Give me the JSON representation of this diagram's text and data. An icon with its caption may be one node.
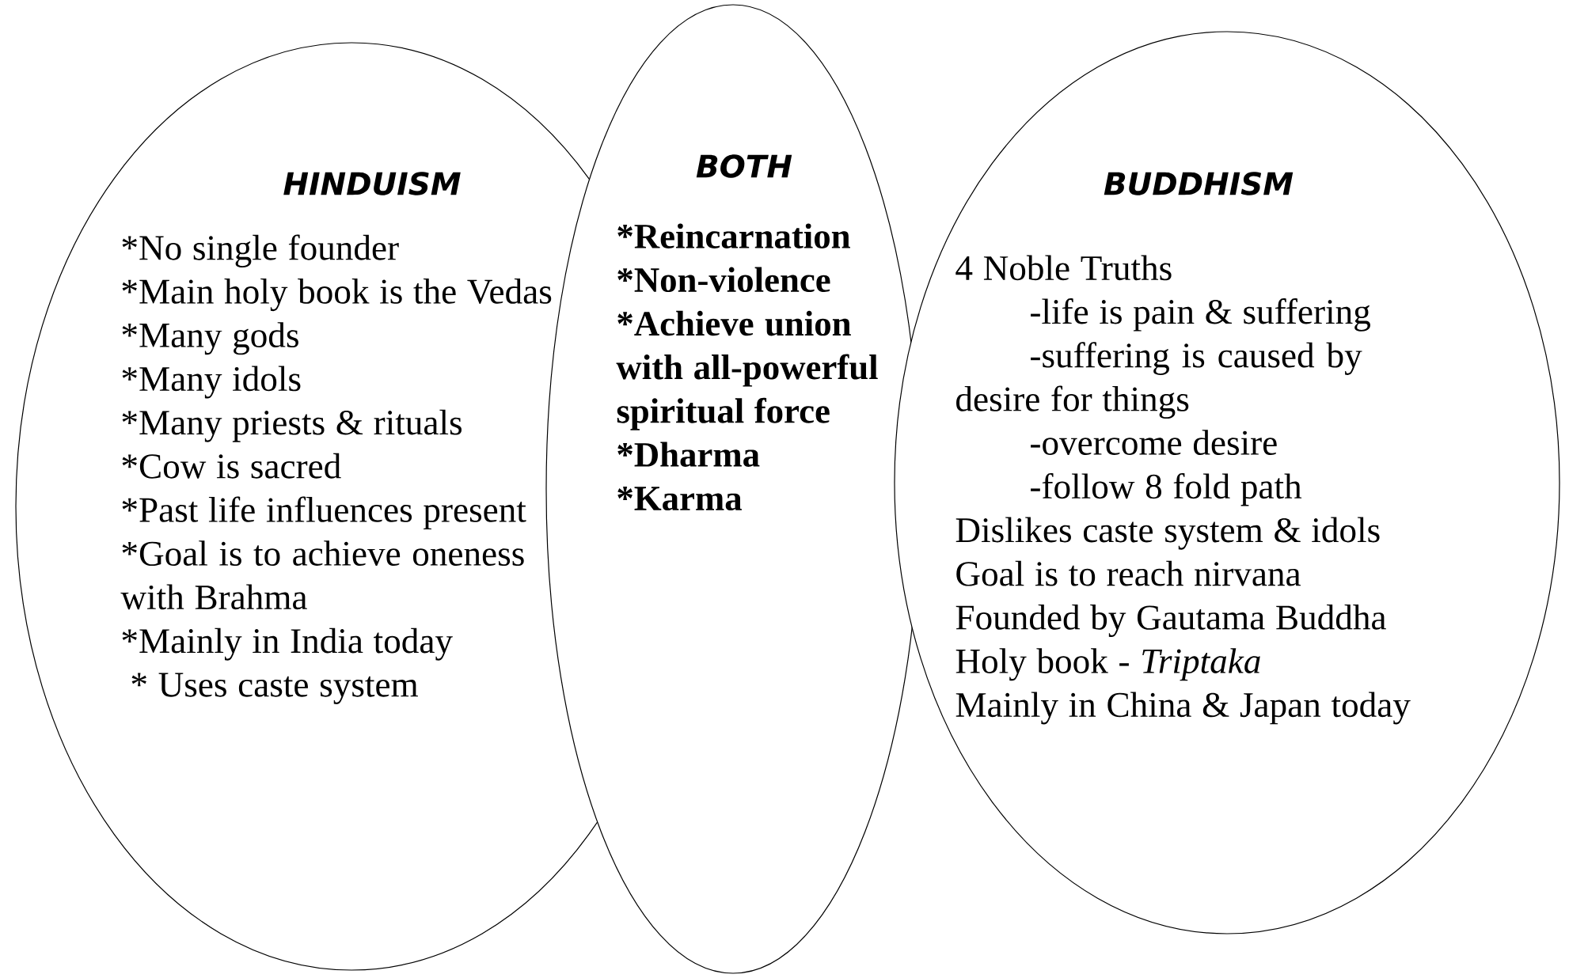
{
  "diagram": {
    "nodes": [
      {
        "text": [
          "HINDUISM",
          "*No single founder",
          "*Main holy book is the Vedas",
          "*Many gods",
          "*Many idols",
          "*Many priests & rituals",
          "*Cow is sacred",
          "*Past life influences present",
          "*Goal is to achieve oneness with Brahma",
          "*Mainly in India today",
          "* Uses caste system"
        ]
      },
      {
        "text": [
          "BOTH",
          "*Reincarnation",
          "*Non-violence",
          "*Achieve union with all-powerful spiritual force",
          "*Dharma",
          "*Karma"
        ]
      },
      {
        "text": [
          "BUDDHISM",
          "4 Noble Truths",
          "-life is pain & suffering",
          "-suffering is caused by desire for things",
          "-overcome desire",
          "-follow 8 fold path",
          "Dislikes caste system & idols",
          "Goal is to reach nirvana",
          "Founded by Gautama Buddha",
          "Holy book - *Triptaka*",
          "Mainly in China & Japan today"
        ]
      }
    ]
  }
}
